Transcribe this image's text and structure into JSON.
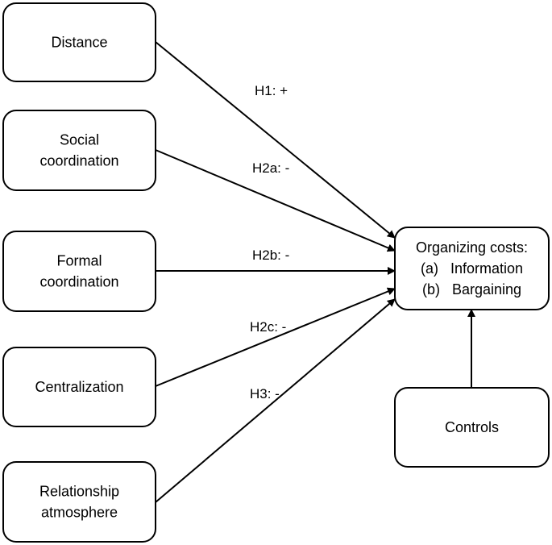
{
  "nodes": {
    "distance": {
      "lines": [
        "Distance"
      ]
    },
    "social_coordination": {
      "lines": [
        "Social",
        "coordination"
      ]
    },
    "formal_coordination": {
      "lines": [
        "Formal",
        "coordination"
      ]
    },
    "centralization": {
      "lines": [
        "Centralization"
      ]
    },
    "relationship_atmosphere": {
      "lines": [
        "Relationship",
        "atmosphere"
      ]
    },
    "organizing_costs": {
      "lines": [
        "Organizing costs:",
        "(a)   Information",
        "(b)   Bargaining"
      ]
    },
    "controls": {
      "lines": [
        "Controls"
      ]
    }
  },
  "edges": [
    {
      "from": "distance",
      "to": "organizing_costs",
      "label": "H1: +"
    },
    {
      "from": "social_coordination",
      "to": "organizing_costs",
      "label": "H2a: -"
    },
    {
      "from": "formal_coordination",
      "to": "organizing_costs",
      "label": "H2b: -"
    },
    {
      "from": "centralization",
      "to": "organizing_costs",
      "label": "H2c: -"
    },
    {
      "from": "relationship_atmosphere",
      "to": "organizing_costs",
      "label": "H3: -"
    },
    {
      "from": "controls",
      "to": "organizing_costs",
      "label": ""
    }
  ],
  "colors": {
    "stroke": "#000000",
    "fill": "#ffffff",
    "text": "#000000"
  }
}
